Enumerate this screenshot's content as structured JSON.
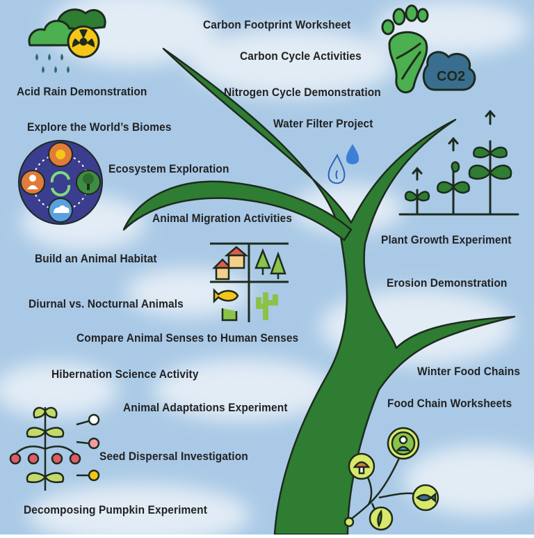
{
  "colors": {
    "sky": "#a9c9e6",
    "cloud": "#e6eef6",
    "trunk": "#2e7d32",
    "outline": "#1d2a1d"
  },
  "labels": {
    "carbon_footprint": "Carbon Footprint Worksheet",
    "carbon_cycle": "Carbon Cycle Activities",
    "nitrogen_cycle": "Nitrogen Cycle Demonstration",
    "water_filter": "Water Filter Project",
    "acid_rain": "Acid Rain Demonstration",
    "biomes": "Explore the World’s Biomes",
    "ecosystem": "Ecosystem Exploration",
    "migration": "Animal Migration Activities",
    "habitat": "Build an Animal Habitat",
    "diurnal": "Diurnal vs. Nocturnal Animals",
    "senses": "Compare Animal Senses to Human Senses",
    "hibernation": "Hibernation Science Activity",
    "adaptations": "Animal Adaptations Experiment",
    "seed_dispersal": "Seed Dispersal Investigation",
    "pumpkin": "Decomposing Pumpkin Experiment",
    "plant_growth": "Plant Growth Experiment",
    "erosion": "Erosion Demonstration",
    "winter_food": "Winter Food Chains",
    "food_chain": "Food Chain Worksheets"
  },
  "icons": {
    "acid_rain": "cloud-radiation-rain-icon",
    "footprint": "leaf-footprint-co2-icon",
    "co2_text": "CO2",
    "droplets": "water-droplets-icon",
    "ecosystem": "ecosystem-cycle-icon",
    "plant_growth": "plant-growth-stages-icon",
    "habitat": "habitat-grid-icon",
    "seed": "seed-dispersal-plant-icon",
    "food_chain": "food-chain-network-icon"
  }
}
